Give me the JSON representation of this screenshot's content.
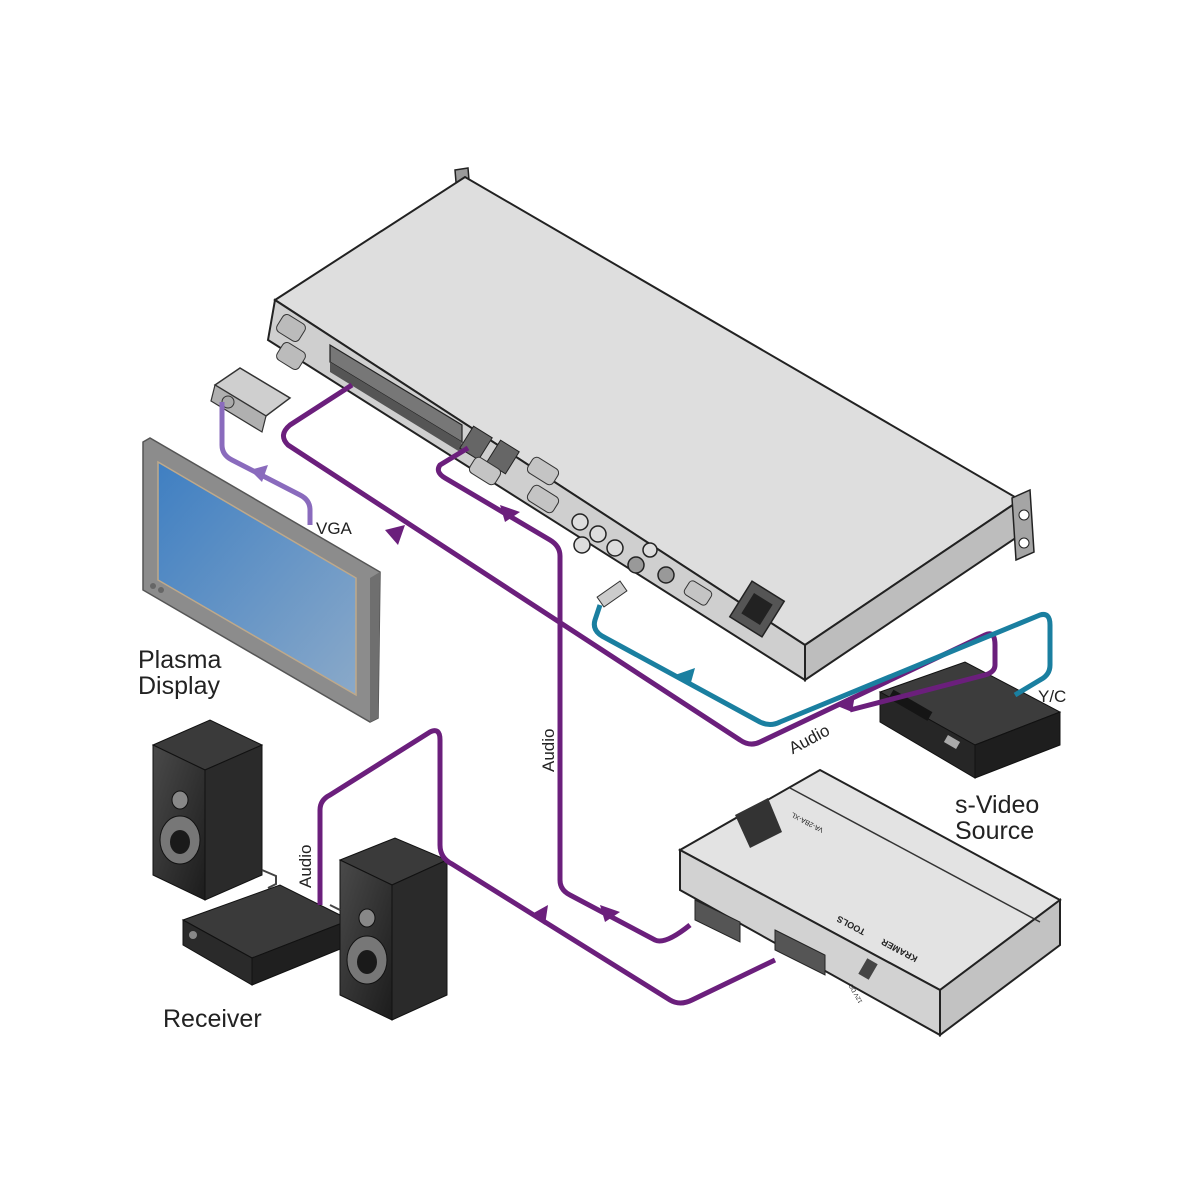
{
  "diagram": {
    "title": "VGA and s-Video connection diagram",
    "devices": {
      "main_unit": "Rack-mount scaler (rear panel)",
      "plasma_display": "Plasma Display",
      "receiver": "Receiver",
      "svideo_source": "s-Video Source",
      "audio_interface": "Audio interface"
    },
    "audio_interface_text": {
      "brand": "KRAMER",
      "line": "TOOLS",
      "model": "VA-2BA-XL",
      "power": "12V DC"
    },
    "labels": {
      "plasma_line1": "Plasma",
      "plasma_line2": "Display",
      "receiver": "Receiver",
      "svideo_line1": "s-Video",
      "svideo_line2": "Source",
      "vga_cable": "VGA",
      "yc_cable": "Y/C",
      "audio_vertical": "Audio",
      "audio_receiver": "Audio",
      "audio_source": "Audio"
    },
    "colors": {
      "audio_cable": "#6b1f7c",
      "vga_cable": "#8a6bbd",
      "yc_cable": "#1a7fa0",
      "device_light": "#dcdcdc",
      "device_dark": "#2b2b2b",
      "screen": "#5a8ec4"
    }
  }
}
